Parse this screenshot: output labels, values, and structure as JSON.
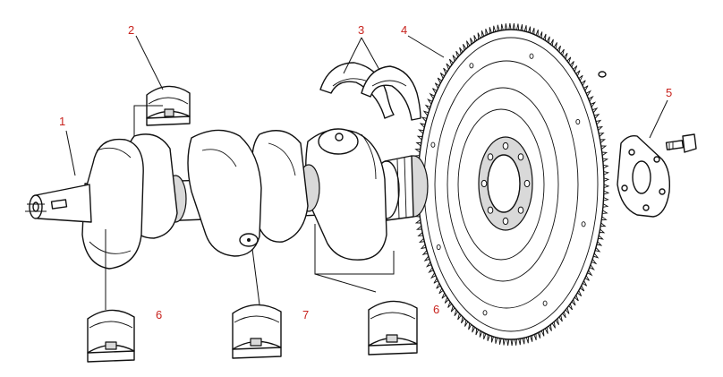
{
  "callouts": {
    "c1": "1",
    "c2": "2",
    "c3": "3",
    "c4": "4",
    "c5": "5",
    "c6a": "6",
    "c6b": "6",
    "c7": "7"
  },
  "colors": {
    "callout_text": "#c8231e",
    "line_art": "#111111",
    "background": "#ffffff"
  }
}
